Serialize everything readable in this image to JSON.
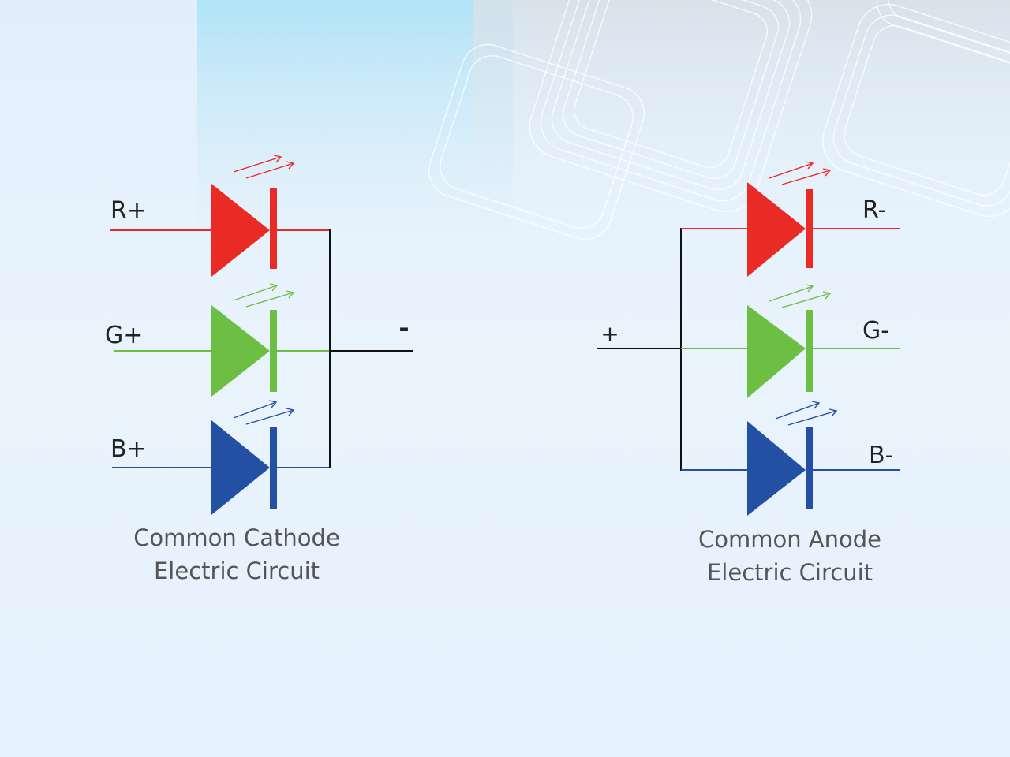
{
  "colors": {
    "red": "#ea2b25",
    "green": "#6dbf44",
    "blue": "#2450a4",
    "wire": "#111111",
    "caption": "#555555",
    "background": "#e6f2fc"
  },
  "common_cathode": {
    "inputs": [
      "R+",
      "G+",
      "B+"
    ],
    "common_terminal": "-",
    "caption_line1": "Common Cathode",
    "caption_line2": "Electric Circuit"
  },
  "common_anode": {
    "common_terminal": "+",
    "outputs": [
      "R-",
      "G-",
      "B-"
    ],
    "caption_line1": "Common Anode",
    "caption_line2": "Electric Circuit"
  }
}
